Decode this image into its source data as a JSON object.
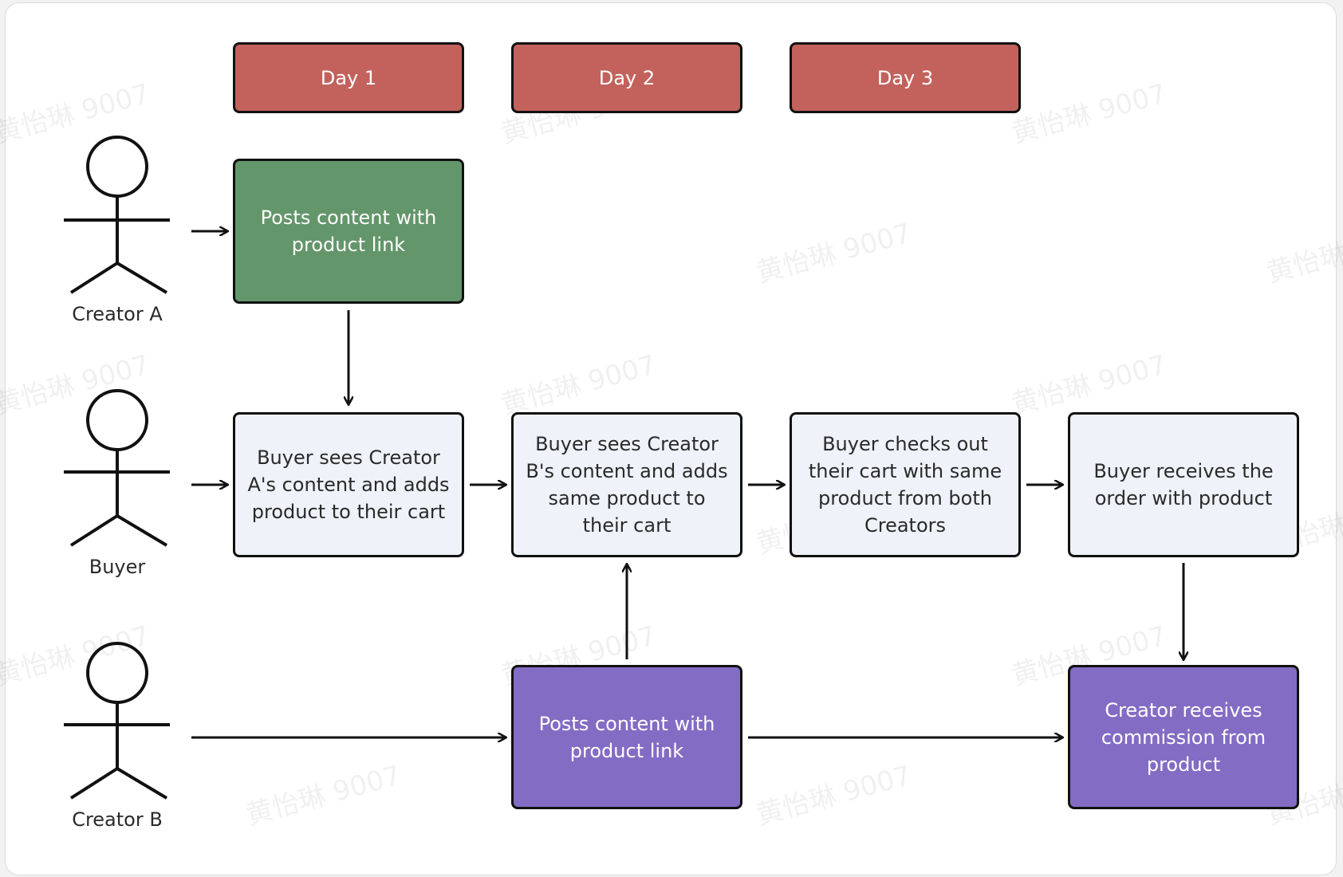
{
  "days": [
    "Day 1",
    "Day 2",
    "Day 3"
  ],
  "actors": {
    "creator_a": "Creator A",
    "buyer": "Buyer",
    "creator_b": "Creator B"
  },
  "steps": {
    "creator_a_post": "Posts content with product link",
    "buyer_sees_a": "Buyer sees Creator A's content and adds product to their cart",
    "buyer_sees_b": "Buyer sees Creator B's content and adds same product to their cart",
    "buyer_checkout": "Buyer checks out their cart with same product from both Creators",
    "buyer_receives": "Buyer receives the order with product",
    "creator_b_post": "Posts content with product link",
    "creator_commission": "Creator receives commission from product"
  },
  "watermark": "黄怡琳 9007",
  "colors": {
    "day_header": "#c3625c",
    "creator_a_step": "#63966a",
    "buyer_step": "#eff2f8",
    "creator_b_step": "#836cc4"
  }
}
